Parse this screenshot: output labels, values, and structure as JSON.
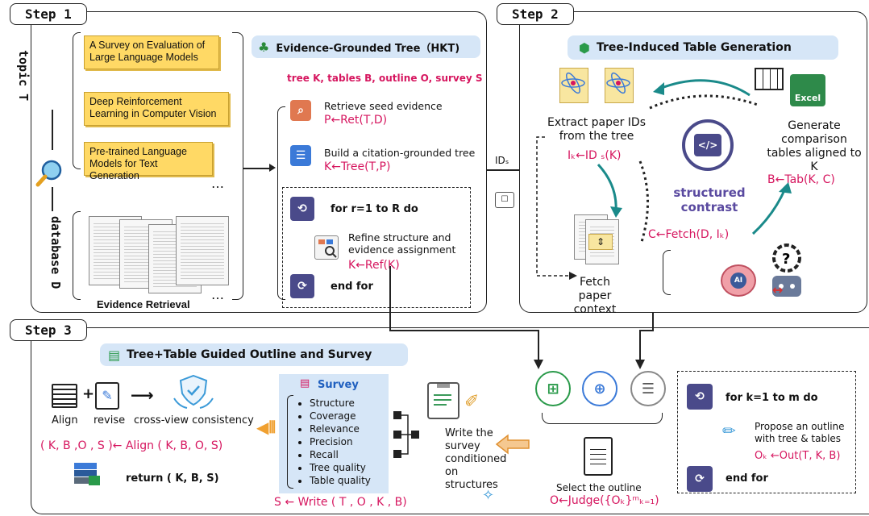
{
  "step1": {
    "tab": "Step 1",
    "topic": "topic T",
    "database": "database D",
    "notes": [
      "A Survey on Evaluation of Large  Language Models",
      "Deep Reinforcement Learning in Computer Vision",
      "Pre-trained Language Models for Text Generation"
    ],
    "ellipsis": "…",
    "evidence_retrieval": "Evidence Retrieval",
    "banner": "Evidence-Grounded Tree（HKT)",
    "vars": "tree K, tables B, outline O, survey S",
    "retrieve_label": "Retrieve seed evidence",
    "retrieve_formula": "P←Ret(T,D)",
    "build_label": "Build a citation-grounded tree",
    "build_formula": "K←Tree(T,P)",
    "for_loop": "for r=1 to R do",
    "refine_label": "Refine structure and evidence assignment",
    "refine_formula": "K←Ref(K)",
    "end_for": "end for",
    "ids_label": "IDₛ"
  },
  "step2": {
    "tab": "Step 2",
    "banner": "Tree-Induced Table Generation",
    "extract_label": "Extract paper IDs from the tree",
    "extract_formula": "Iₖ←ID ₛ(K)",
    "generate_label": "Generate comparison tables aligned to K",
    "generate_formula": "B←Tab(K, C)",
    "center_label": "structured contrast",
    "fetch_formula": "C←Fetch(D, Iₖ)",
    "fetch_label": "Fetch paper context",
    "excel_label": "Excel",
    "ai_label": "AI"
  },
  "step3": {
    "tab": "Step 3",
    "banner": "Tree+Table Guided Outline and Survey",
    "align_label": "Align",
    "plus": "+",
    "revise_label": "revise",
    "consistency_label": "cross-view consistency",
    "align_formula": "( K, B ,O , S )← Align ( K,  B,  O, S)",
    "return_label": "return ( K, B, S)",
    "survey_title": "Survey",
    "survey_items": [
      "Structure",
      "Coverage",
      "Relevance",
      "Precision",
      "Recall",
      "Tree quality",
      "Table quality"
    ],
    "write_formula": "S ← Write ( T , O , K , B)",
    "write_label": "Write the survey conditioned on structures",
    "select_label": "Select the outline",
    "judge_formula": "O←Judge({Oₖ}ᵐₖ₌₁)",
    "for_loop": "for k=1 to m do",
    "propose_label": "Propose an outline with tree & tables",
    "propose_formula": "Oₖ ←Out(T, K, B)",
    "end_for": "end for"
  },
  "colors": {
    "magenta": "#d6165f",
    "banner_blue": "#d6e6f7",
    "note_yellow": "#ffd965",
    "teal_arrow": "#1a8a8a",
    "orange_arrow": "#f0a030",
    "purple_icon": "#4a4a8a"
  }
}
